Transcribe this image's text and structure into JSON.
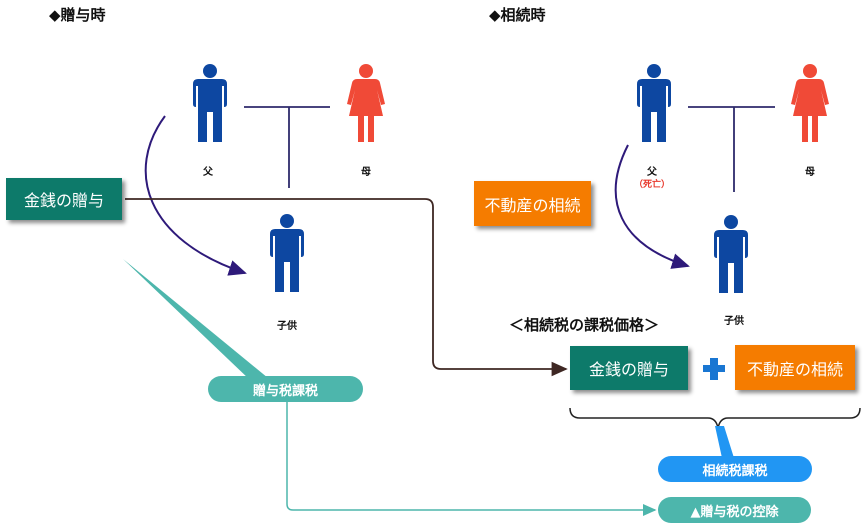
{
  "headings": {
    "gift_time": "◆贈与時",
    "inheritance_time": "◆相続時"
  },
  "people": {
    "left_father": "父",
    "left_mother": "母",
    "left_child": "子供",
    "right_father": "父",
    "right_father_note": "（死亡）",
    "right_mother": "母",
    "right_child": "子供"
  },
  "boxes": {
    "money_gift": "金銭の贈与",
    "real_estate_inheritance": "不動産の相続",
    "valuation_title": "＜相続税の課税価格＞",
    "valuation_money_gift": "金銭の贈与",
    "valuation_real_estate": "不動産の相続"
  },
  "pills": {
    "gift_tax": "贈与税課税",
    "inheritance_tax": "相続税課税",
    "gift_tax_deduction": "▲贈与税の控除"
  },
  "colors": {
    "male": "#0d47a1",
    "female": "#f04a37",
    "teal_box": "#0d7a6a",
    "orange_box": "#f57c00",
    "teal_pill": "#4db6ac",
    "blue_pill": "#2196f3",
    "plus": "#1976d2",
    "family_line": "#2e2a6b",
    "gift_arrow": "#2e1a7a",
    "flow_line": "#3e2723"
  },
  "icons": {
    "male": "male-figure-icon",
    "female": "female-figure-icon",
    "plus": "plus-icon"
  }
}
